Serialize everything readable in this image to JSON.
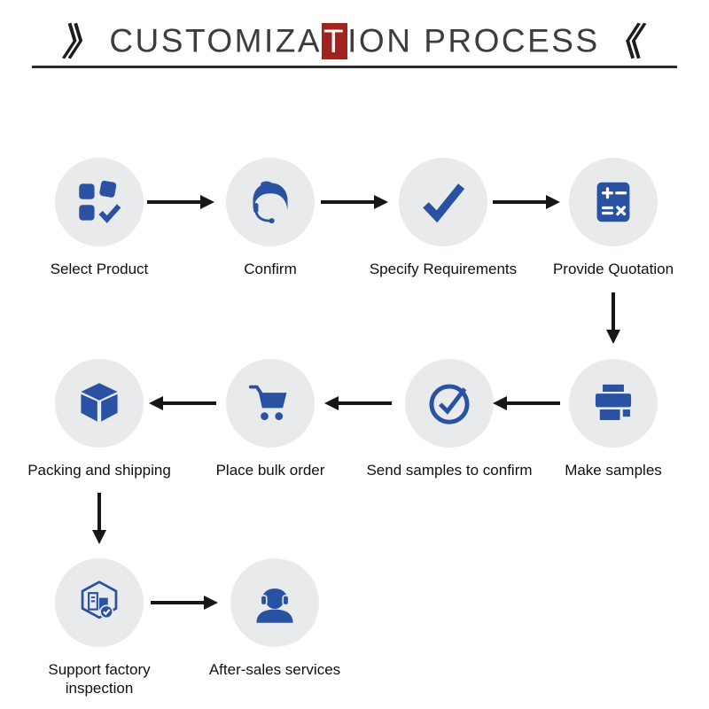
{
  "title": {
    "pre": "CUSTOMIZA",
    "highlight": "T",
    "post": "ION PROCESS",
    "left_decoration": "》",
    "right_decoration": "《"
  },
  "colors": {
    "icon_blue": "#2a52a2",
    "circle_background": "#e9eaec",
    "arrow_black": "#161616",
    "title_gray": "#3d3d3d",
    "highlight_red": "#9e2420"
  },
  "steps": [
    {
      "label": "Select Product",
      "icon": "product-grid-check-icon"
    },
    {
      "label": "Confirm",
      "icon": "customer-service-icon"
    },
    {
      "label": "Specify Requirements",
      "icon": "checkmark-icon"
    },
    {
      "label": "Provide Quotation",
      "icon": "calculator-icon"
    },
    {
      "label": "Make samples",
      "icon": "printer-icon"
    },
    {
      "label": "Send samples to confirm",
      "icon": "circle-check-icon"
    },
    {
      "label": "Place bulk order",
      "icon": "shopping-cart-icon"
    },
    {
      "label": "Packing and shipping",
      "icon": "package-box-icon"
    },
    {
      "label": "Support factory inspection",
      "icon": "factory-inspection-icon"
    },
    {
      "label": "After-sales services",
      "icon": "headset-support-icon"
    }
  ]
}
